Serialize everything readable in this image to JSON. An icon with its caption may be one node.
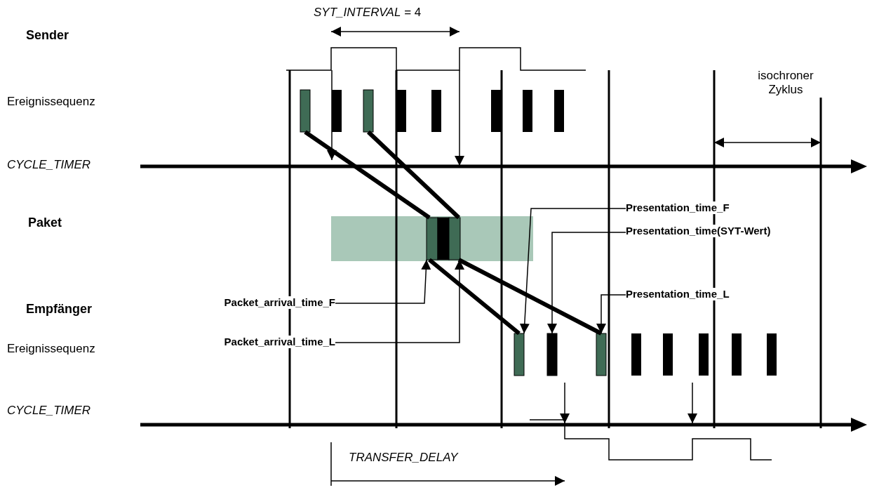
{
  "diagram": {
    "nodes": [
      {
        "text": [],
        "shape": "bar"
      },
      {
        "text": [],
        "shape": "bar"
      },
      {
        "text": [],
        "shape": "bar"
      },
      {
        "text": [
          "Presentation_time_F"
        ]
      },
      {
        "text": [
          "**Presentation_time**(SYT-Wert)"
        ]
      },
      {
        "text": [
          "Packet_arrival_time_F"
        ]
      },
      {
        "text": [
          "Presentation_time_L"
        ]
      },
      {
        "text": [
          "Packet_arrival_time_L"
        ]
      },
      {
        "text": [],
        "shape": "bar"
      },
      {
        "text": [],
        "shape": "bar"
      },
      {
        "text": [],
        "shape": "bar"
      }
    ],
    "edges": [
      {
        "from": 0,
        "to": 2,
        "arrow": "none",
        "style": "thick"
      },
      {
        "from": 1,
        "to": 2,
        "arrow": "none",
        "style": "thick"
      },
      {
        "from": 2,
        "to": 8,
        "arrow": "none",
        "style": "thick"
      },
      {
        "from": 2,
        "to": 10,
        "arrow": "none",
        "style": "thick"
      },
      {
        "from": 3,
        "to": 8,
        "arrow": "to"
      },
      {
        "from": 4,
        "to": 9,
        "arrow": "to"
      },
      {
        "from": 6,
        "to": 10,
        "arrow": "to"
      },
      {
        "from": 5,
        "to": 2,
        "arrow": "to"
      },
      {
        "from": 7,
        "to": 2,
        "arrow": "to"
      }
    ],
    "labels": [
      "*SYT_INTERVAL* = 4",
      "Sender",
      "isochroner Zyklus",
      "Ereignissequenz",
      "CYCLE_TIMER",
      "Paket",
      "Empfänger",
      "Ereignissequenz",
      "CYCLE_TIMER",
      "TRANSFER_DELAY"
    ]
  }
}
